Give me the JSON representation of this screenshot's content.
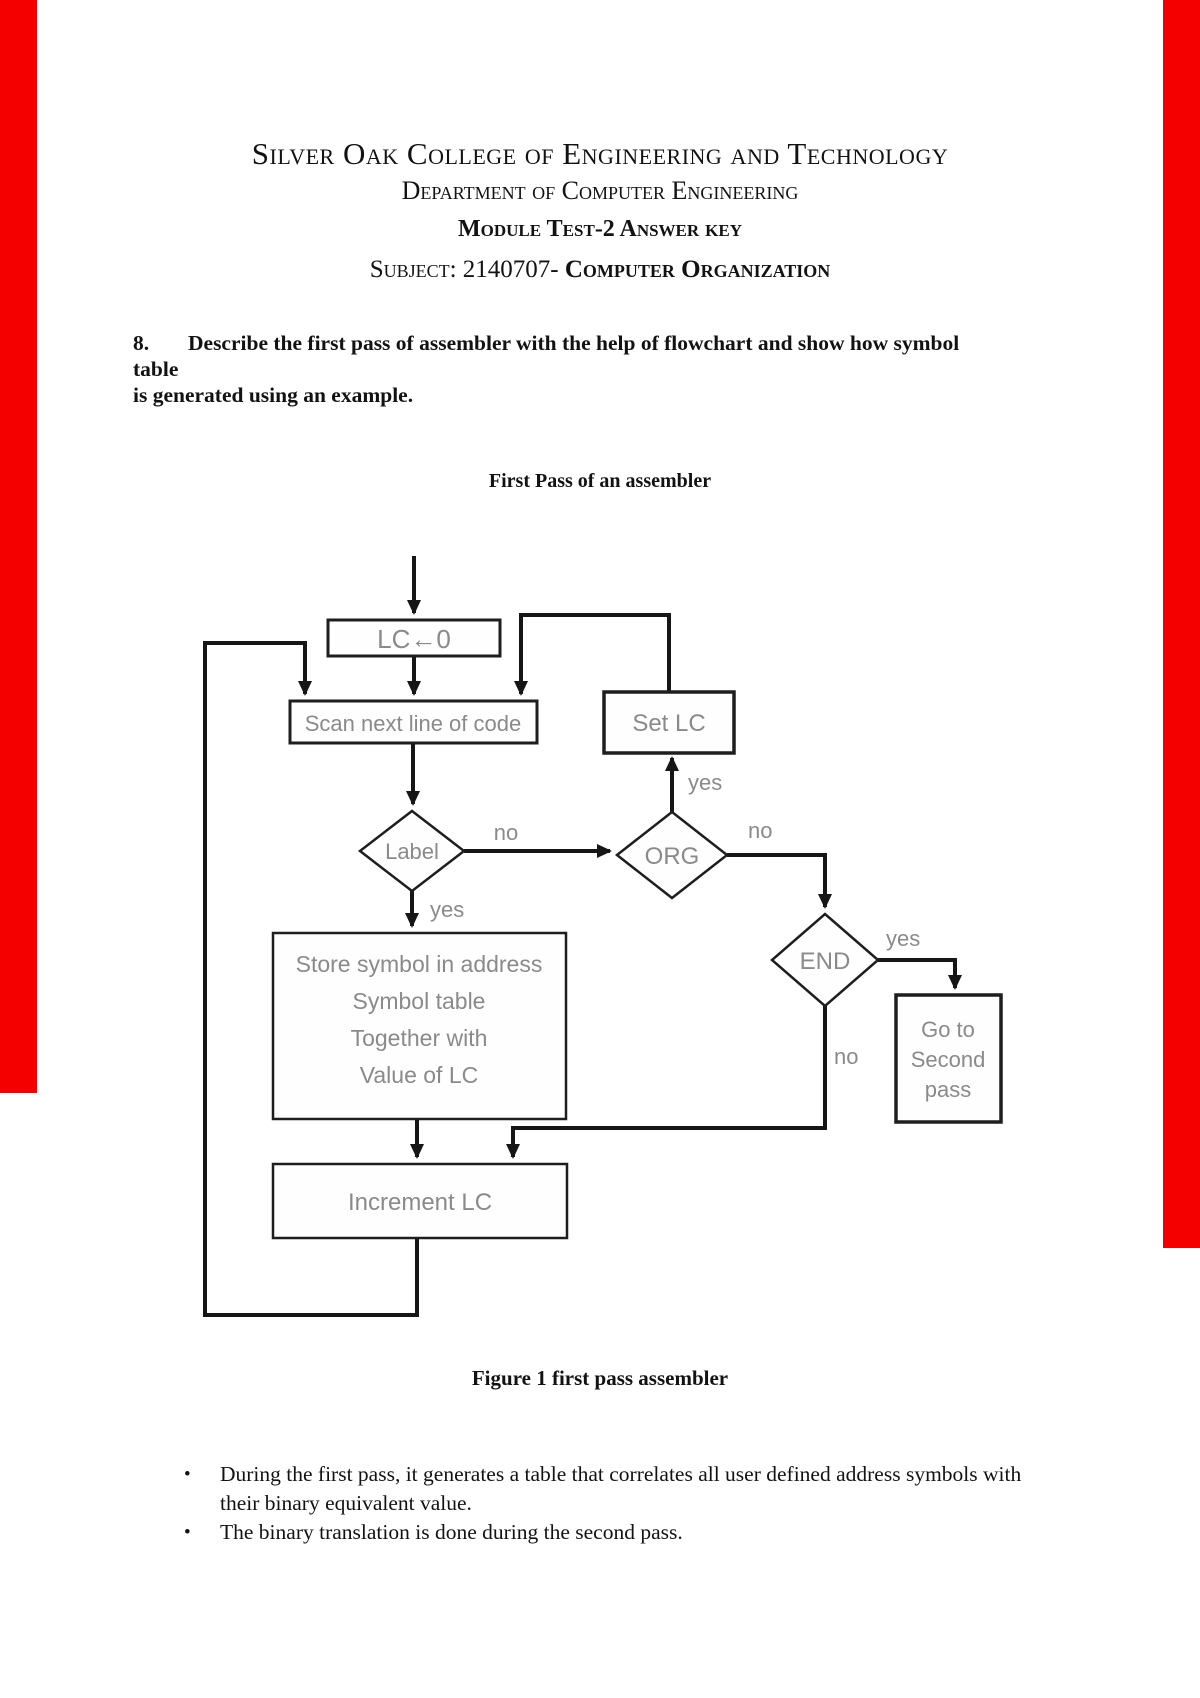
{
  "page": {
    "red_bar_color": "#f40000",
    "header": {
      "line1": "Silver Oak College of Engineering and Technology",
      "line2": "Department of Computer Engineering",
      "line3": "Module Test-2 Answer key",
      "line4_prefix": "Subject: 2140707- ",
      "line4_bold": "Computer Organization"
    },
    "question": {
      "number": "8.",
      "line1": "Describe the first pass of assembler with the help of flowchart and show how symbol table",
      "line2": "is generated using an example."
    },
    "figure_title": "First Pass of an assembler",
    "figure_caption": "Figure 1 first pass assembler",
    "bullets": [
      {
        "line1": "During the first pass, it generates a table that correlates all user defined address symbols with",
        "line2": "their binary equivalent value."
      },
      {
        "line1": "The binary translation is done during the second pass.",
        "line2": ""
      }
    ]
  },
  "flowchart": {
    "node_text_color": "#8a8a8a",
    "line_color": "#161616",
    "nodes": {
      "lc_init": "LC←0",
      "scan": "Scan next line of code",
      "set_lc": "Set LC",
      "label_decision": "Label",
      "org_decision": "ORG",
      "end_decision": "END",
      "store_line1": "Store symbol in address",
      "store_line2": "Symbol table",
      "store_line3": "Together with",
      "store_line4": "Value of LC",
      "goto_line1": "Go to",
      "goto_line2": "Second",
      "goto_line3": "pass",
      "increment": "Increment LC"
    },
    "edge_labels": {
      "label_no": "no",
      "label_yes": "yes",
      "org_yes": "yes",
      "org_no": "no",
      "end_yes": "yes",
      "end_no": "no"
    }
  }
}
